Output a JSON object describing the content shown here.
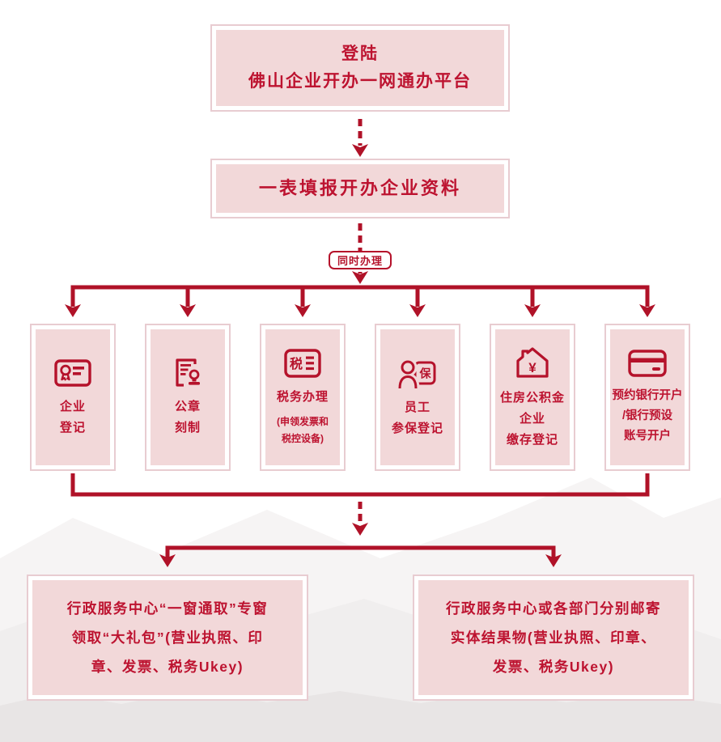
{
  "colors": {
    "accent_line": "#b01228",
    "accent_text": "#bd1330",
    "box_fill": "#f2d8d9",
    "box_border": "#e8ccd1",
    "badge_bg": "#ffffff"
  },
  "flow": {
    "login_box": {
      "line1": "登陆",
      "line2": "佛山企业开办一网通办平台"
    },
    "form_box": {
      "label": "一表填报开办企业资料"
    },
    "simultaneous_badge": {
      "label": "同时办理"
    },
    "tasks": [
      {
        "icon": "business-license-icon",
        "line1": "企业",
        "line2": "登记"
      },
      {
        "icon": "seal-document-icon",
        "line1": "公章",
        "line2": "刻制"
      },
      {
        "icon": "tax-icon",
        "icon_text": "税",
        "line1": "税务办理",
        "sub1": "(申领发票和",
        "sub2": "税控设备)"
      },
      {
        "icon": "person-insurance-icon",
        "icon_text": "保",
        "line1": "员工",
        "line2": "参保登记"
      },
      {
        "icon": "house-yuan-icon",
        "icon_text": "¥",
        "line1": "住房公积金",
        "line2": "企业",
        "line3": "缴存登记"
      },
      {
        "icon": "bank-card-icon",
        "line1": "预约银行开户",
        "line2": "/银行预设",
        "line3": "账号开户"
      }
    ],
    "results": [
      {
        "line1": "行政服务中心“一窗通取”专窗",
        "line2": "领取“大礼包”(营业执照、印",
        "line3": "章、发票、税务Ukey)"
      },
      {
        "line1": "行政服务中心或各部门分别邮寄",
        "line2": "实体结果物(营业执照、印章、",
        "line3": "发票、税务Ukey)"
      }
    ]
  }
}
